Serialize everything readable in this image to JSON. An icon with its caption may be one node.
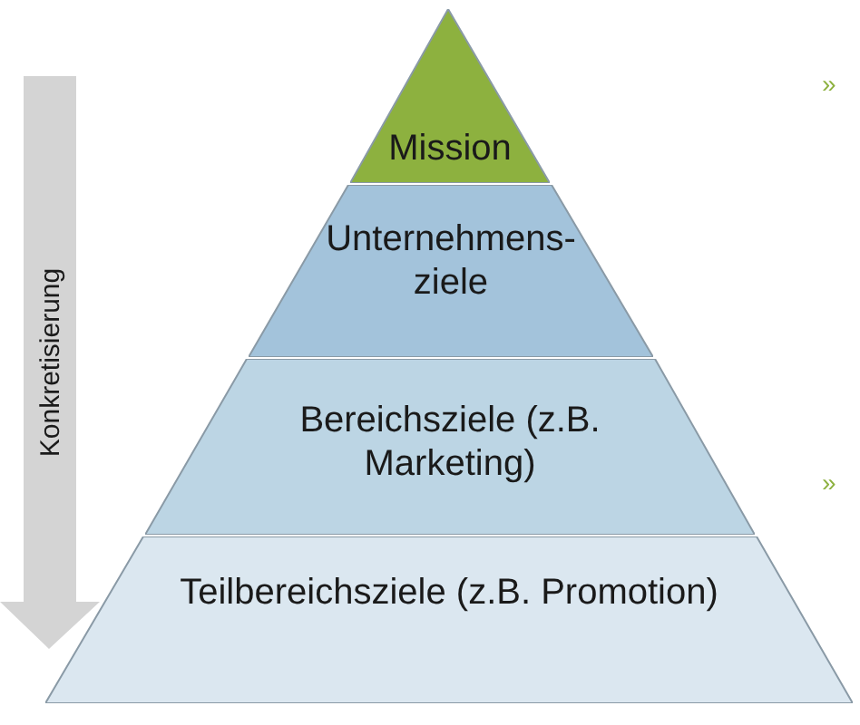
{
  "diagram": {
    "nodes": [
      {
        "text": [
          "Mission"
        ]
      },
      {
        "text": [
          "Unternehmens- ziele"
        ]
      },
      {
        "text": [
          "Bereichsziele (z.B. Marketing)"
        ]
      },
      {
        "text": [
          "Teilbereichsziele (z.B. Promotion)"
        ]
      }
    ],
    "labels": [
      "Konkretisierung",
      "»",
      "»"
    ]
  }
}
